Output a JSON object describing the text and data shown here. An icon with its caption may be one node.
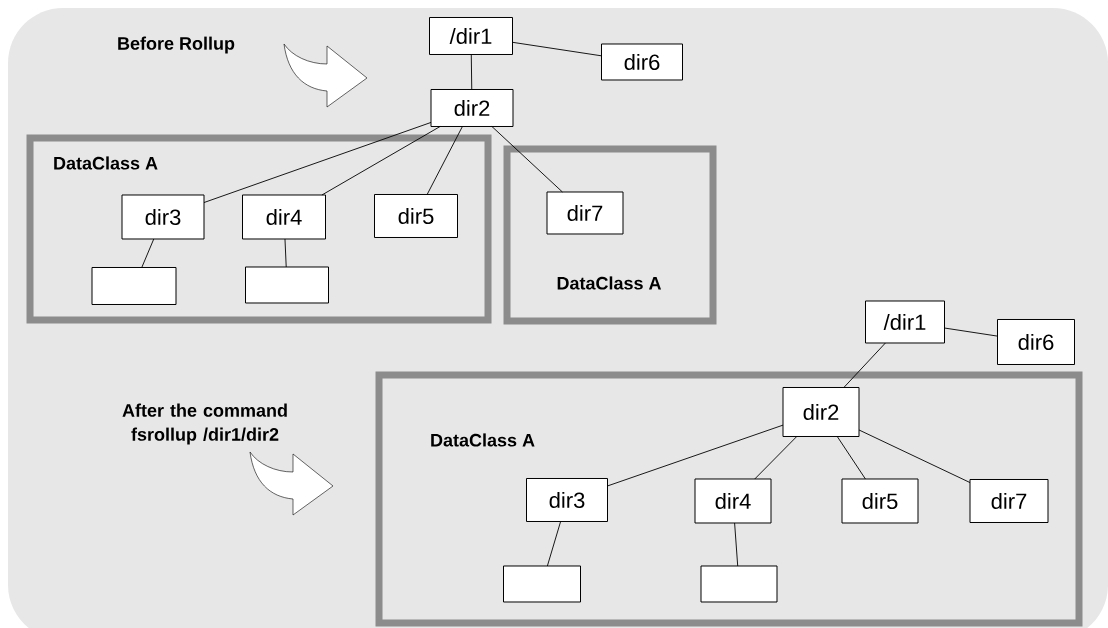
{
  "diagram": {
    "nodes": [
      {
        "text": [
          "/dir1"
        ]
      },
      {
        "text": [
          "dir6"
        ]
      },
      {
        "text": [
          "dir2"
        ]
      },
      {
        "text": [
          "DataClass A"
        ]
      },
      {
        "text": [
          "dir3"
        ],
        "in": 3
      },
      {
        "text": [
          "dir4"
        ],
        "in": 3
      },
      {
        "text": [
          "dir5"
        ],
        "in": 3
      },
      {
        "text": [],
        "shape": "box",
        "in": 3
      },
      {
        "text": [],
        "shape": "box",
        "in": 3
      },
      {
        "text": [
          "DataClass A"
        ]
      },
      {
        "text": [
          "dir7"
        ],
        "in": 9
      },
      {
        "text": [
          "/dir1"
        ]
      },
      {
        "text": [
          "dir6"
        ]
      },
      {
        "text": [
          "DataClass A"
        ]
      },
      {
        "text": [
          "dir2"
        ],
        "in": 13
      },
      {
        "text": [
          "dir3"
        ],
        "in": 13
      },
      {
        "text": [
          "dir4"
        ],
        "in": 13
      },
      {
        "text": [
          "dir5"
        ],
        "in": 13
      },
      {
        "text": [
          "dir7"
        ],
        "in": 13
      },
      {
        "text": [],
        "shape": "box",
        "in": 13
      },
      {
        "text": [],
        "shape": "box",
        "in": 13
      }
    ],
    "edges": [
      {
        "from": 0,
        "to": 1,
        "arrow": "none"
      },
      {
        "from": 0,
        "to": 2,
        "arrow": "none"
      },
      {
        "from": 2,
        "to": 4,
        "arrow": "none"
      },
      {
        "from": 2,
        "to": 5,
        "arrow": "none"
      },
      {
        "from": 2,
        "to": 6,
        "arrow": "none"
      },
      {
        "from": 2,
        "to": 10,
        "arrow": "none"
      },
      {
        "from": 4,
        "to": 7,
        "arrow": "none"
      },
      {
        "from": 5,
        "to": 8,
        "arrow": "none"
      },
      {
        "from": 11,
        "to": 12,
        "arrow": "none"
      },
      {
        "from": 11,
        "to": 14,
        "arrow": "none"
      },
      {
        "from": 14,
        "to": 15,
        "arrow": "none"
      },
      {
        "from": 14,
        "to": 16,
        "arrow": "none"
      },
      {
        "from": 14,
        "to": 17,
        "arrow": "none"
      },
      {
        "from": 14,
        "to": 18,
        "arrow": "none"
      },
      {
        "from": 15,
        "to": 19,
        "arrow": "none"
      },
      {
        "from": 16,
        "to": 20,
        "arrow": "none"
      }
    ],
    "labels": [
      "Before Rollup",
      "After the command fsrollup /dir1/dir2"
    ]
  }
}
